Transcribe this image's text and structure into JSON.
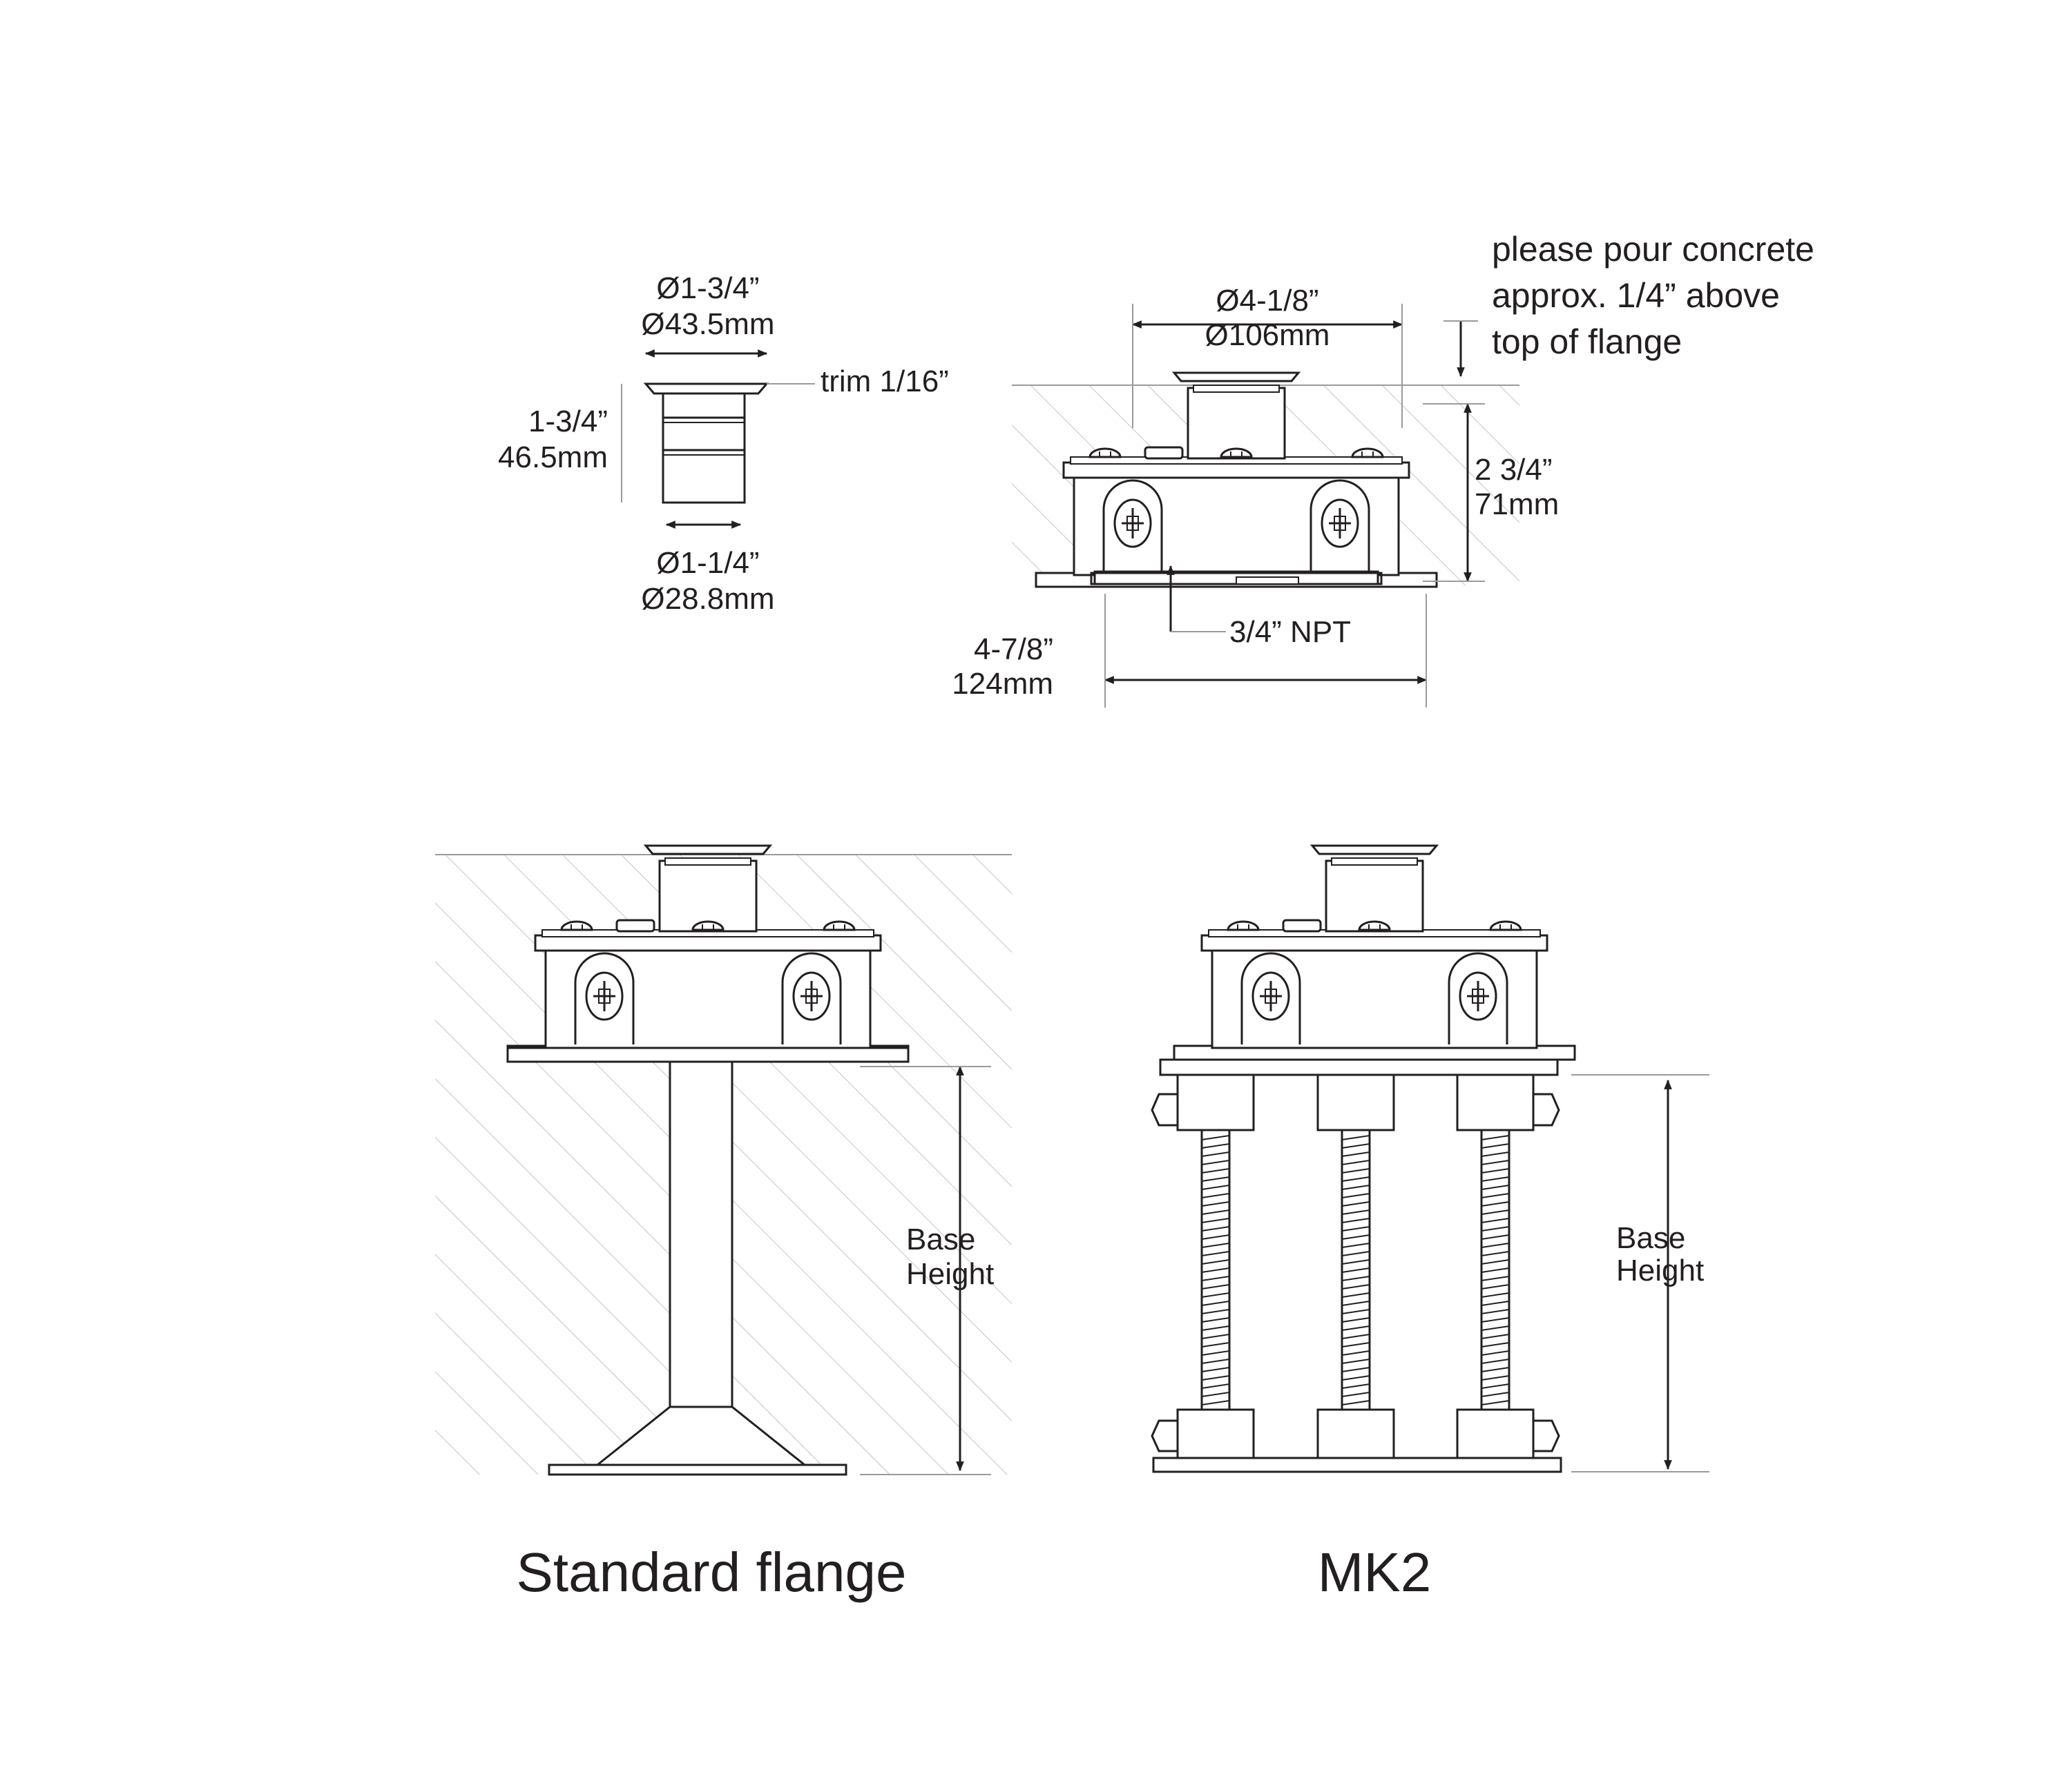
{
  "detail_trim": {
    "top_dia_in": "Ø1-3/4”",
    "top_dia_mm": "Ø43.5mm",
    "trim_note": "trim 1/16”",
    "height_in": "1-3/4”",
    "height_mm": "46.5mm",
    "bottom_dia_in": "Ø1-1/4”",
    "bottom_dia_mm": "Ø28.8mm"
  },
  "detail_body": {
    "flange_dia_in": "Ø4-1/8”",
    "flange_dia_mm": "Ø106mm",
    "concrete_note_1": "please pour concrete",
    "concrete_note_2": "approx. 1/4” above",
    "concrete_note_3": "top of flange",
    "height_in": "2 3/4”",
    "height_mm": "71mm",
    "connection": "3/4” NPT",
    "base_width_in": "4-7/8”",
    "base_width_mm": "124mm"
  },
  "standard": {
    "base_label_1": "Base",
    "base_label_2": "Height",
    "caption": "Standard flange"
  },
  "mk2": {
    "base_label_1": "Base",
    "base_label_2": "Height",
    "caption": "MK2"
  },
  "colors": {
    "ink": "#231f20",
    "hatch": "#bdbdbd"
  }
}
